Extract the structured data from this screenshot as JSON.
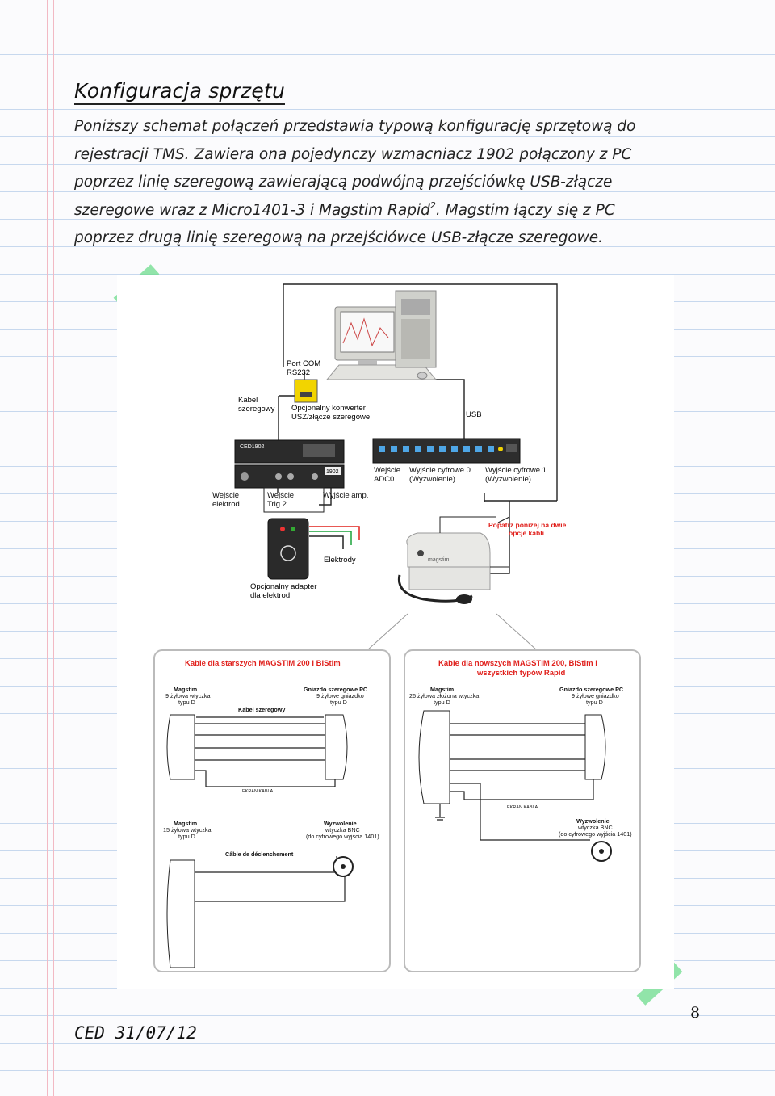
{
  "heading": "Konfiguracja sprzętu",
  "intro": {
    "line1": "Poniższy schemat połączeń przedstawia typową konfigurację sprzętową do",
    "line2": "rejestracji TMS. Zawiera ona pojedynczy wzmacniacz 1902 połączony z PC",
    "line3": "poprzez linię szeregową zawierającą podwójną przejściówkę USB-złącze",
    "line4a": "szeregowe wraz z Micro1401-3 i Magstim Rapid",
    "line4sup": "2",
    "line4b": ". Magstim łączy się z PC",
    "line5": "poprzez drugą linię szeregową na przejściówce USB-złącze szeregowe."
  },
  "diagram": {
    "port_com_1": "Port COM",
    "port_com_2": "RS232",
    "kabel_szeregowy_1": "Kabel",
    "kabel_szeregowy_2": "szeregowy",
    "konwerter_1": "Opcjonalny konwerter",
    "konwerter_2": "USZ/złącze szeregowe",
    "usb": "USB",
    "ced1902": "CED1902",
    "label_1902": "1902",
    "wejscie_adc_1": "Wejście",
    "wejscie_adc_2": "ADC0",
    "wyj_cyfr0_1": "Wyjście cyfrowe 0",
    "wyj_cyfr0_2": "(Wyzwolenie)",
    "wyj_cyfr1_1": "Wyjście cyfrowe 1",
    "wyj_cyfr1_2": "(Wyzwolenie)",
    "wej_elektrod_1": "Wejście",
    "wej_elektrod_2": "elektrod",
    "wej_trig_1": "Wejście",
    "wej_trig_2": "Trig.2",
    "wyj_amp": "Wyjście amp.",
    "popatrz_1": "Popatrz poniżej na dwie",
    "popatrz_2": "opcje kabli",
    "elektrody": "Elektrody",
    "adapter_1": "Opcjonalny adapter",
    "adapter_2": "dla elektrod",
    "magstim_brand": "magstim",
    "left_box": {
      "title": "Kabie dla starszych MAGSTIM 200 i BiStim",
      "magstim_a": "Magstim",
      "magstim_a_2": "9 żyłowa wtyczka",
      "magstim_a_3": "typu D",
      "gniazdo": "Gniazdo szeregowe PC",
      "gniazdo_2": "9 żyłowe gniazdko",
      "gniazdo_3": "typu D",
      "kabel": "Kabel szeregowy",
      "ekran": "EKRAN KABLA",
      "magstim_b": "Magstim",
      "magstim_b_2": "15 żyłowa wtyczka",
      "magstim_b_3": "typu D",
      "wyzwolenie": "Wyzwolenie",
      "wyzwolenie_2": "wtyczka BNC",
      "wyzwolenie_3": "(do cyfrowego wyjścia 1401)",
      "cable_trig": "Câble de déclenchement"
    },
    "right_box": {
      "title_1": "Kable dla nowszych MAGSTIM 200, BiStim i",
      "title_2": "wszystkich typów Rapid",
      "magstim": "Magstim",
      "magstim_2": "26 żyłowa złożona wtyczka",
      "magstim_3": "typu D",
      "gniazdo": "Gniazdo szeregowe PC",
      "gniazdo_2": "9 żyłowe gniazdko",
      "gniazdo_3": "typu D",
      "ekran": "EKRAN KABLA",
      "wyzwolenie": "Wyzwolenie",
      "wyzwolenie_2": "wtyczka BNC",
      "wyzwolenie_3": "(do cyfrowego wyjścia 1401)"
    }
  },
  "footer": "CED 31/07/12",
  "page_number": "8",
  "colors": {
    "red_label": "#e0201c",
    "tape": "#6edc8c",
    "margin_line": "#f2b9c4",
    "ruled_line": "#c7d8ee",
    "connector_yellow": "#f2d400"
  }
}
